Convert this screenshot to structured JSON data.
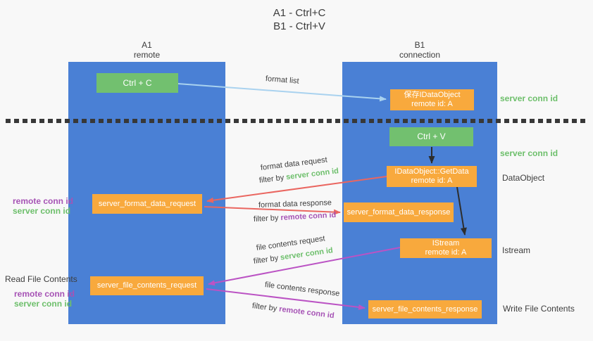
{
  "title": {
    "line1": "A1 - Ctrl+C",
    "line2": "B1 - Ctrl+V"
  },
  "lanes": {
    "left": {
      "name": "A1",
      "subtitle": "remote"
    },
    "right": {
      "name": "B1",
      "subtitle": "connection"
    }
  },
  "nodes": {
    "ctrl_c": "Ctrl + C",
    "ctrl_v": "Ctrl + V",
    "save_idataobject": {
      "line1": "保存IDataObject",
      "line2": "remote id: A"
    },
    "getdata": {
      "line1": "IDataObject::GetData",
      "line2": "remote id: A"
    },
    "istream": {
      "line1": "IStream",
      "line2": "remote id: A"
    },
    "format_request": "server_format_data_request",
    "format_response": "server_format_data_response",
    "file_request": "server_file_contents_request",
    "file_response": "server_file_contents_response"
  },
  "arrow_labels": {
    "format_list": "format list",
    "format_data_request": "format data request",
    "format_data_response": "format data response",
    "file_contents_request": "file contents request",
    "file_contents_response": "file contents response",
    "filter_by": "filter by ",
    "server_conn_id": "server conn id",
    "remote_conn_id": "remote conn id"
  },
  "side_labels": {
    "server_conn_id_top": "server conn id",
    "server_conn_id_mid": "server conn id",
    "dataobject": "DataObject",
    "istream": "Istream",
    "write_file_contents": "Write File Contents",
    "read_file_contents": "Read File Contents",
    "remote_conn_id": "remote conn id",
    "server_conn_id": "server conn id"
  },
  "colors": {
    "lane_blue": "#4a80d5",
    "node_green": "#72c06f",
    "node_orange": "#f8a93d",
    "arrow_light_blue": "#a9d2ef",
    "arrow_red": "#ea6660",
    "arrow_magenta": "#bb53c4",
    "arrow_black": "#2d2d2d",
    "text_green": "#6dbf6b",
    "text_purple": "#a653b5",
    "text_dark": "#3d3d3d",
    "background": "#f8f8f8"
  }
}
